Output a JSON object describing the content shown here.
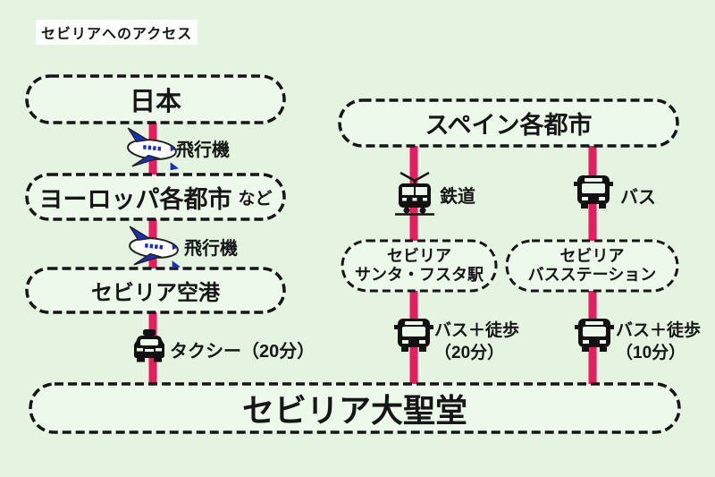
{
  "title": "セビリアへのアクセス",
  "colors": {
    "background": "#e4f4e1",
    "node_fill": "#edf9eb",
    "node_border": "#151515",
    "route_line": "#e61e5f",
    "plane_blue": "#1b2fbb",
    "text": "#161616"
  },
  "nodes": {
    "japan": {
      "label": "日本"
    },
    "europe": {
      "label": "ヨーロッパ各都市",
      "suffix": "など"
    },
    "airport": {
      "label": "セビリア空港"
    },
    "spain": {
      "label": "スペイン各都市"
    },
    "santa_justa": {
      "line1": "セビリア",
      "line2": "サンタ・フスタ駅"
    },
    "bus_station": {
      "line1": "セビリア",
      "line2": "バスステーション"
    },
    "cathedral": {
      "label": "セビリア大聖堂"
    }
  },
  "transports": {
    "flight1": {
      "label": "飛行機",
      "icon": "airplane-icon"
    },
    "flight2": {
      "label": "飛行機",
      "icon": "airplane-icon"
    },
    "taxi": {
      "label": "タクシー（20分）",
      "icon": "taxi-icon"
    },
    "train": {
      "label": "鉄道",
      "icon": "train-icon"
    },
    "bus": {
      "label": "バス",
      "icon": "bus-icon"
    },
    "bus_walk_20": {
      "line1": "バス＋徒歩",
      "line2": "（20分）",
      "icon": "bus-icon"
    },
    "bus_walk_10": {
      "line1": "バス＋徒歩",
      "line2": "（10分）",
      "icon": "bus-icon"
    }
  }
}
